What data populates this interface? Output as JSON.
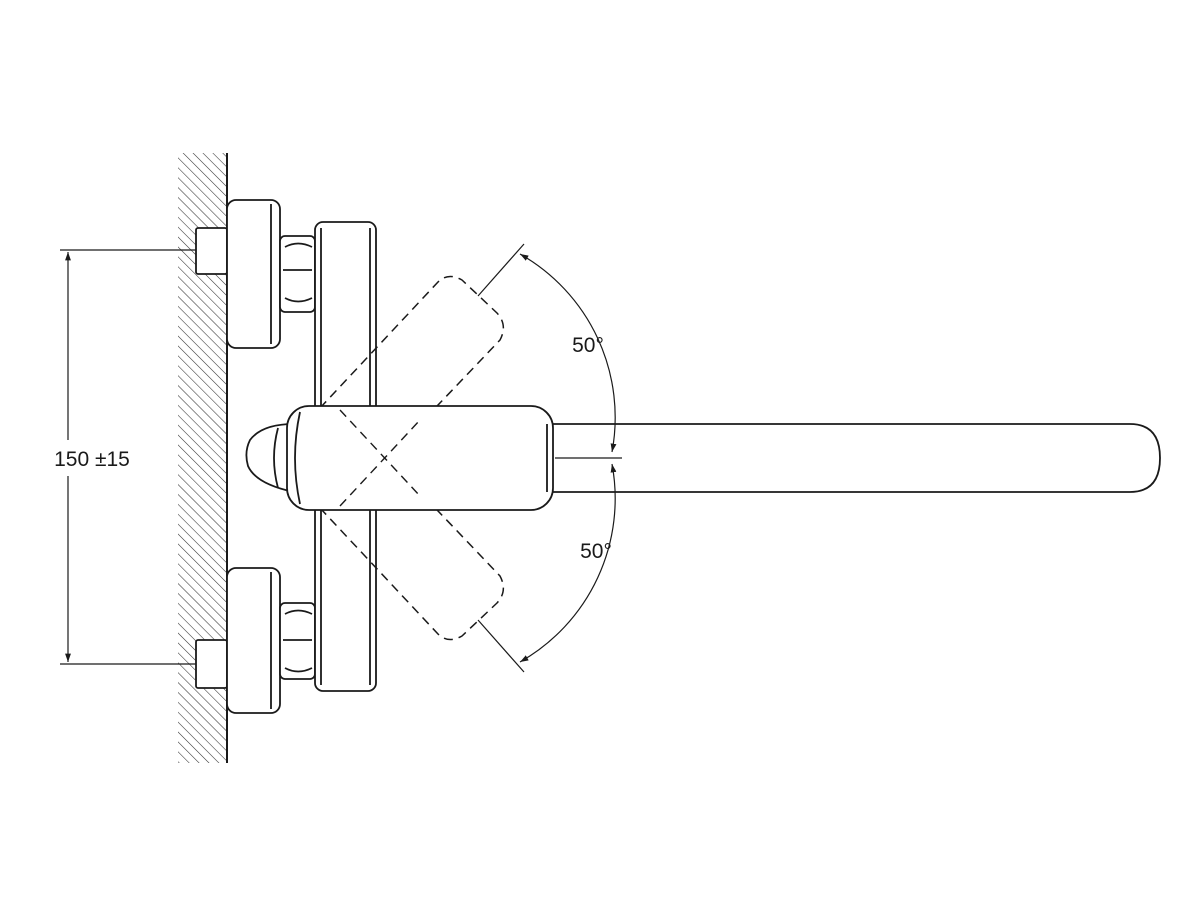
{
  "drawing": {
    "dimension_label": "150 ±15",
    "upper_angle_label": "50°",
    "lower_angle_label": "50°",
    "line_color": "#1a1a1a",
    "hatch_color": "#333333",
    "background_color": "#ffffff"
  }
}
